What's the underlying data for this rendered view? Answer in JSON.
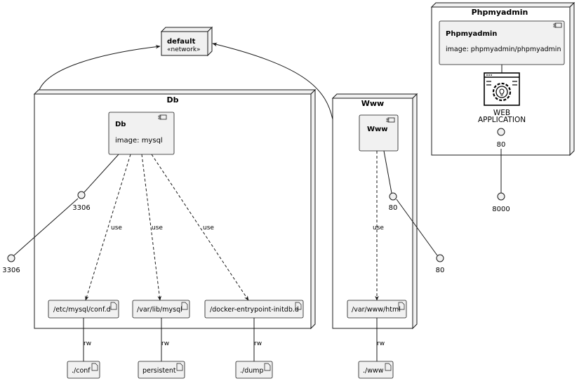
{
  "network": {
    "name": "default",
    "stereotype": "«network»"
  },
  "nodes": {
    "db": {
      "title": "Db"
    },
    "www": {
      "title": "Www"
    },
    "phpmyadmin": {
      "title": "Phpmyadmin"
    }
  },
  "components": {
    "db": {
      "name": "Db",
      "image": "image: mysql"
    },
    "www": {
      "name": "Www"
    },
    "phpmyadmin": {
      "name": "Phpmyadmin",
      "image": "image: phpmyadmin/phpmyadmin"
    }
  },
  "web_app_label": [
    "WEB",
    "APPLICATION"
  ],
  "ports": {
    "db_inner": "3306",
    "db_outer": "3306",
    "www_inner": "80",
    "www_outer": "80",
    "pma_inner": "80",
    "pma_outer": "8000"
  },
  "volumes": {
    "conf_d": "/etc/mysql/conf.d",
    "var_lib_mysql": "/var/lib/mysql",
    "initdb": "/docker-entrypoint-initdb.d",
    "var_www_html": "/var/www/html"
  },
  "host_dirs": {
    "conf": "./conf",
    "persistent": "persistent",
    "dump": "./dump",
    "www": "./www"
  },
  "edge_labels": {
    "use": "use",
    "rw": "rw"
  }
}
